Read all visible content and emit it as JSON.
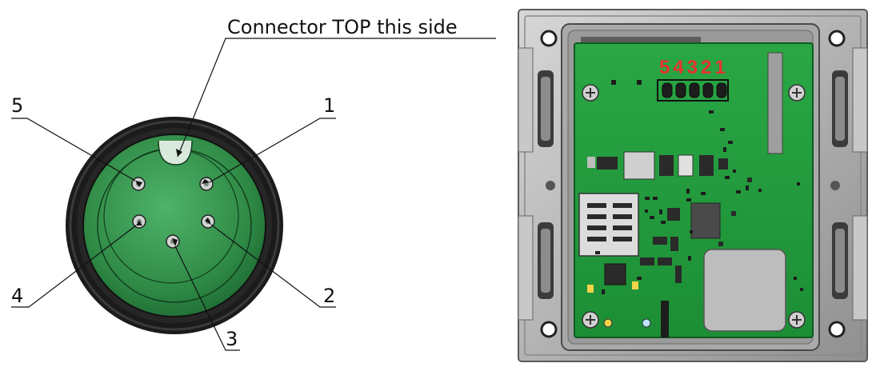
{
  "connector": {
    "top_label": "Connector TOP this side",
    "pins": [
      {
        "number": "1"
      },
      {
        "number": "2"
      },
      {
        "number": "3"
      },
      {
        "number": "4"
      },
      {
        "number": "5"
      }
    ]
  },
  "pcb": {
    "header_label": "54321"
  },
  "colors": {
    "board_green": "#1f9a3a",
    "connector_green": "#2f8a45",
    "enclosure_gray": "#b9b9b9",
    "header_label_red": "#e8322f"
  }
}
